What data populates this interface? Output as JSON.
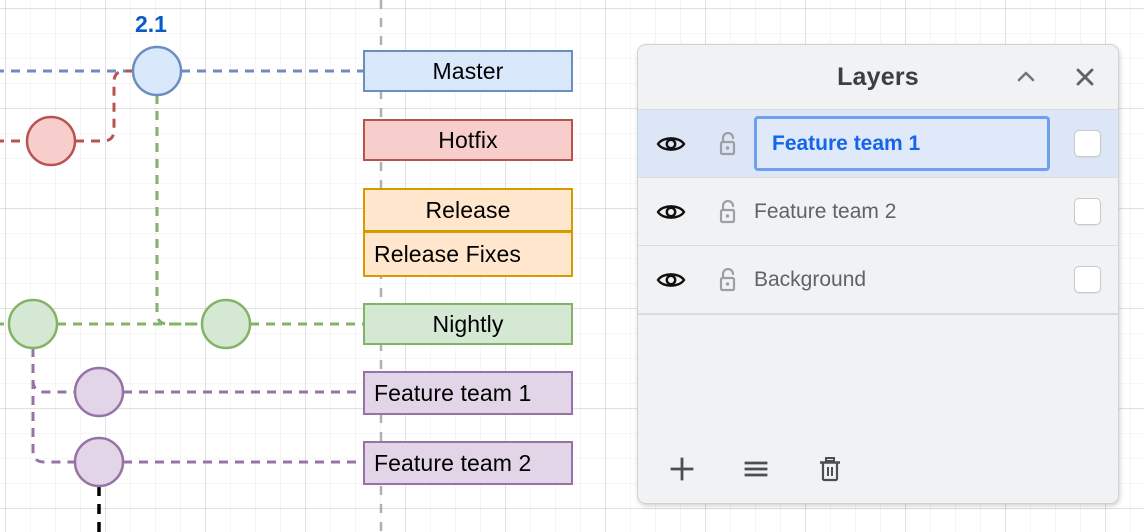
{
  "canvas": {
    "node_label": "2.1",
    "node_label_color": "#0a5bc4",
    "branches": [
      {
        "name": "Master",
        "fill": "#dae8fc",
        "stroke": "#6c8ebf",
        "text": "Master"
      },
      {
        "name": "Hotfix",
        "fill": "#f8cecc",
        "stroke": "#b85450",
        "text": "Hotfix"
      },
      {
        "name": "Release",
        "fill": "#ffe6cc",
        "stroke": "#d79b00",
        "text": "Release"
      },
      {
        "name": "Release Fixes",
        "fill": "#ffe6cc",
        "stroke": "#d79b00",
        "text": "Release Fixes"
      },
      {
        "name": "Nightly",
        "fill": "#d5e8d4",
        "stroke": "#82b366",
        "text": "Nightly"
      },
      {
        "name": "Feature team 1",
        "fill": "#e1d5e7",
        "stroke": "#9673a6",
        "text": "Feature team 1"
      },
      {
        "name": "Feature team 2",
        "fill": "#e1d5e7",
        "stroke": "#9673a6",
        "text": "Feature team 2"
      }
    ],
    "box_labels": {
      "master": "Master",
      "hotfix": "Hotfix",
      "release": "Release",
      "release_fixes": "Release Fixes",
      "nightly": "Nightly",
      "feature_team_1": "Feature team 1",
      "feature_team_2": "Feature team 2"
    },
    "nodes": [
      {
        "id": "master-node",
        "color": "#6c8ebf",
        "fill": "#dae8fc",
        "label": "2.1"
      },
      {
        "id": "hotfix-node",
        "color": "#b85450",
        "fill": "#f8cecc",
        "label": ""
      },
      {
        "id": "nightly-node-1",
        "color": "#82b366",
        "fill": "#d5e8d4",
        "label": ""
      },
      {
        "id": "nightly-node-2",
        "color": "#82b366",
        "fill": "#d5e8d4",
        "label": ""
      },
      {
        "id": "feature1-node",
        "color": "#9673a6",
        "fill": "#e1d5e7",
        "label": ""
      },
      {
        "id": "feature2-node",
        "color": "#9673a6",
        "fill": "#e1d5e7",
        "label": ""
      }
    ]
  },
  "layers_panel": {
    "title": "Layers",
    "collapse_icon": "chevron-up-icon",
    "close_icon": "close-icon",
    "selected_index": 0,
    "editing_index": 0,
    "layers": [
      {
        "name": "Feature team 1",
        "visible": true,
        "locked": false,
        "checked": false,
        "editing": true,
        "selected": true
      },
      {
        "name": "Feature team 2",
        "visible": true,
        "locked": false,
        "checked": false,
        "editing": false,
        "selected": false
      },
      {
        "name": "Background",
        "visible": true,
        "locked": false,
        "checked": false,
        "editing": false,
        "selected": false
      }
    ],
    "toolbar": [
      {
        "icon": "plus-icon",
        "label": "Add Layer"
      },
      {
        "icon": "hamburger-icon",
        "label": "Layer Options"
      },
      {
        "icon": "trash-icon",
        "label": "Delete Layer"
      }
    ],
    "colors": {
      "panel_bg": "#f1f2f3",
      "selected_row_bg": "#dce6f6",
      "input_border": "#6fa0ef",
      "input_text": "#1565e8"
    }
  }
}
